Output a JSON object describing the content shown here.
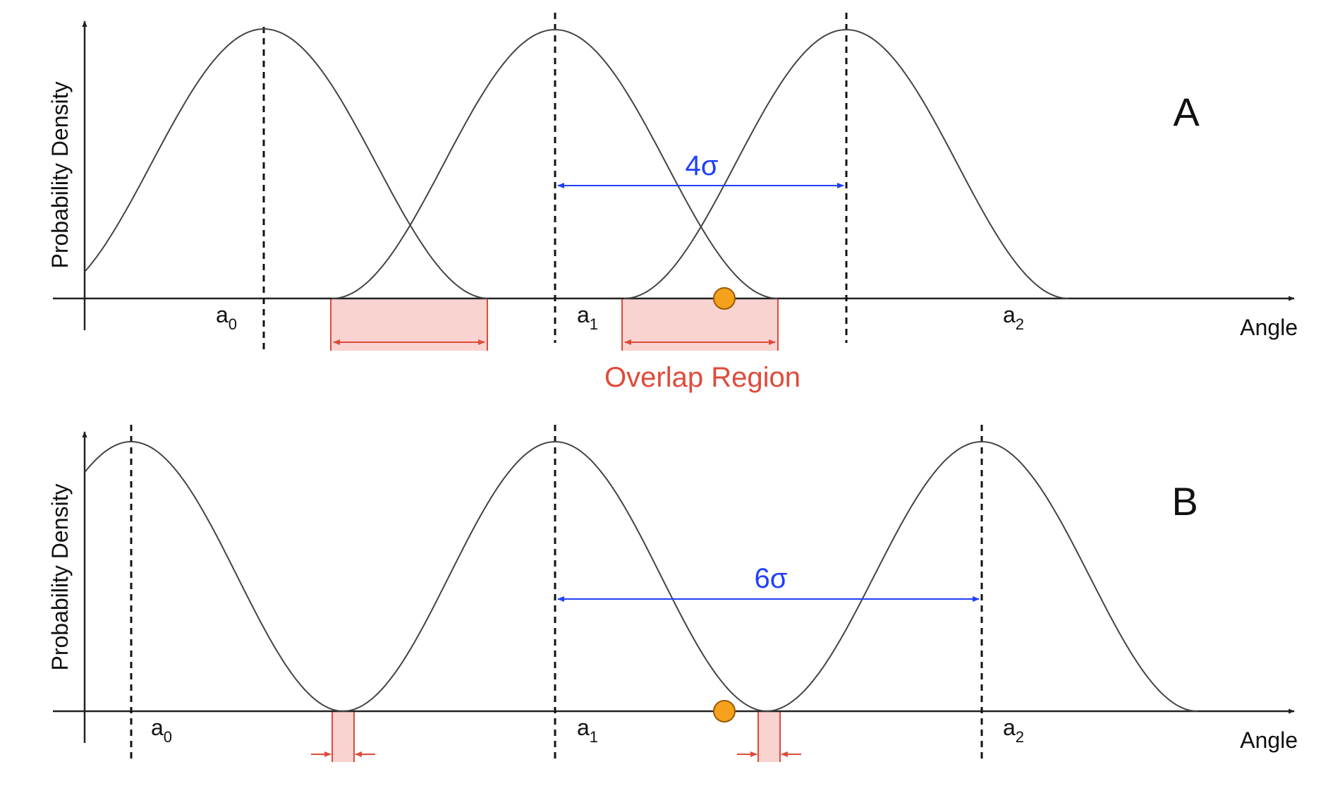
{
  "colors": {
    "curve": "#444444",
    "axis": "#222222",
    "spacing": "#1f3fff",
    "overlap": "#e04a3a",
    "overlap_fill": "#f8d3d0",
    "marker": "#f5a11c",
    "marker_stroke": "#9a5a00"
  },
  "panels": [
    {
      "letter": "A",
      "ylabel": "Probability Density",
      "xlabel": "Angle",
      "ticks": [
        {
          "base": "a",
          "sub": "0"
        },
        {
          "base": "a",
          "sub": "1"
        },
        {
          "base": "a",
          "sub": "2"
        }
      ],
      "spacing_label": "4σ",
      "overlap_label": "Overlap Region"
    },
    {
      "letter": "B",
      "ylabel": "Probability Density",
      "xlabel": "Angle",
      "ticks": [
        {
          "base": "a",
          "sub": "0"
        },
        {
          "base": "a",
          "sub": "1"
        },
        {
          "base": "a",
          "sub": "2"
        }
      ],
      "spacing_label": "6σ"
    }
  ]
}
